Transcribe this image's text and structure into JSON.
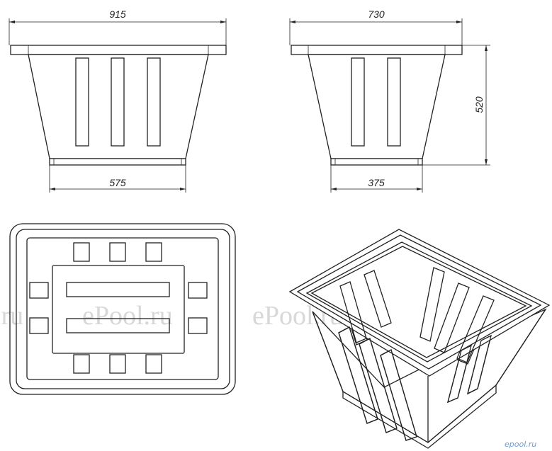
{
  "dimensions": {
    "front_top_width": "915",
    "front_bottom_width": "575",
    "side_top_width": "730",
    "side_bottom_width": "375",
    "side_height": "520"
  },
  "watermark": {
    "text": "ePool.ru",
    "text_left_partial": ".ru",
    "logo": "epool.ru"
  }
}
